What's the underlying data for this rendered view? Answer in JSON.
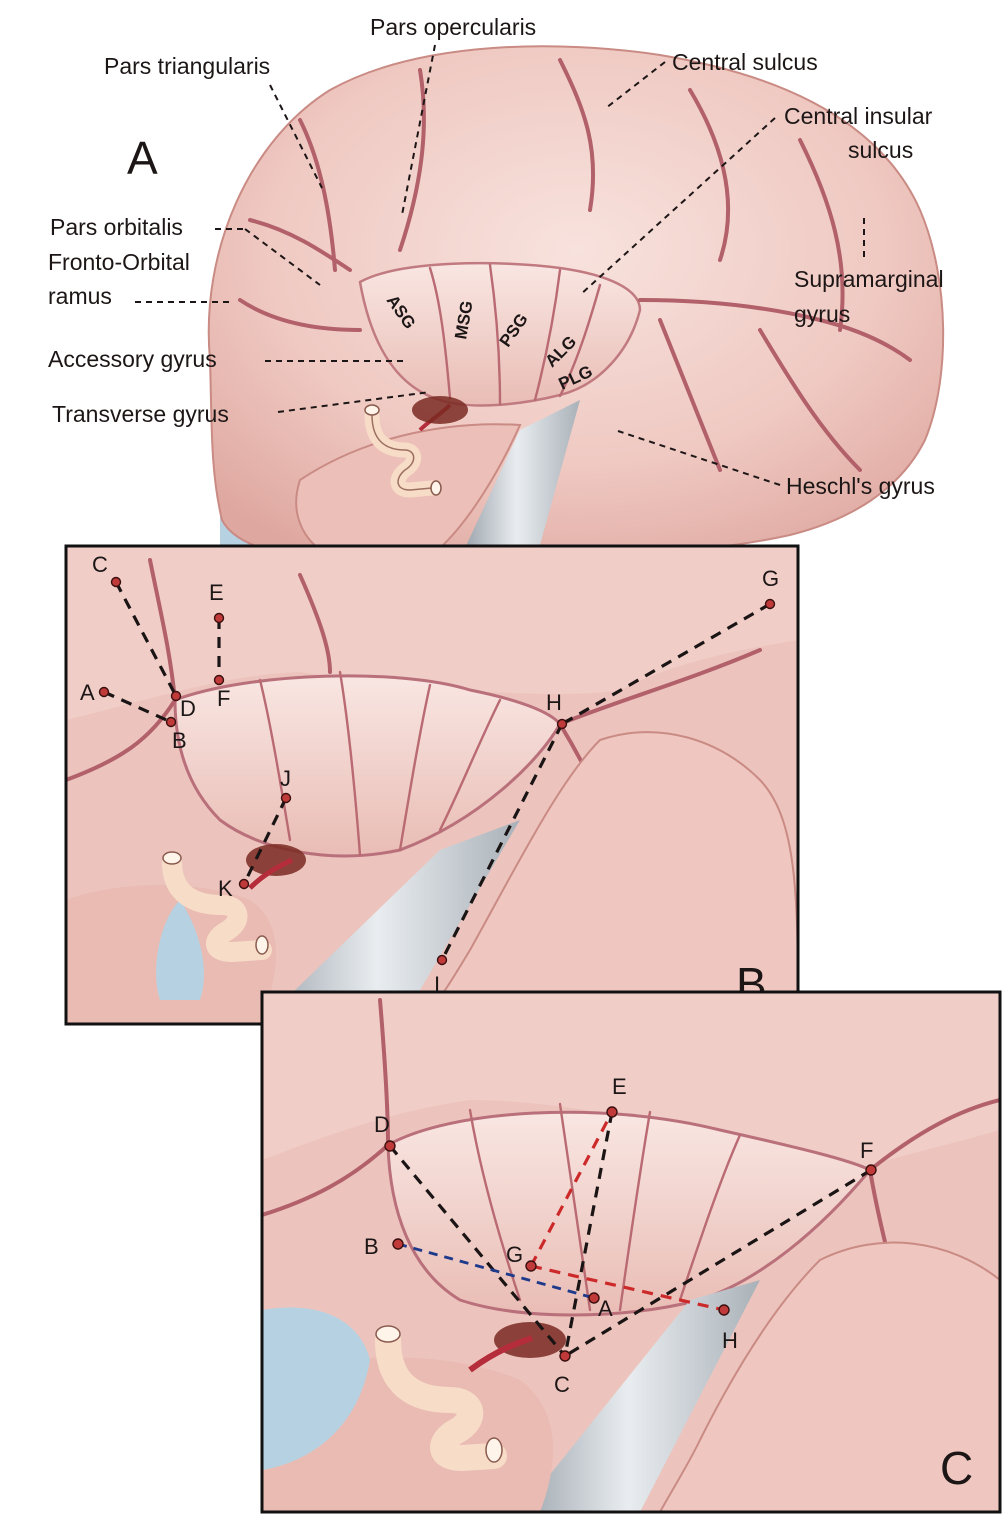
{
  "colors": {
    "brain": "#eec8c2",
    "brain_light": "#f6ddd8",
    "sulcus": "#b2606a",
    "csf": "#b6d2e2",
    "bone": "#d8dde2",
    "measure_black": "#1a1414",
    "measure_red": "#cc2a2a",
    "measure_blue": "#1f3a8a",
    "point": "#c03a3a"
  },
  "panel_a": {
    "letter": "A",
    "labels": {
      "pars_opercularis": "Pars opercularis",
      "pars_triangularis": "Pars triangularis",
      "central_sulcus": "Central sulcus",
      "central_insular_line1": "Central insular",
      "central_insular_line2": "sulcus",
      "pars_orbitalis": "Pars orbitalis",
      "fronto_orbital_line1": "Fronto-Orbital",
      "fronto_orbital_line2": "ramus",
      "supramarginal_line1": "Supramarginal",
      "supramarginal_line2": "gyrus",
      "accessory_gyrus": "Accessory gyrus",
      "transverse_gyrus": "Transverse gyrus",
      "heschls_gyrus": "Heschl's gyrus"
    },
    "gyri": {
      "asg": "ASG",
      "msg": "MSG",
      "psg": "PSG",
      "alg": "ALG",
      "plg": "PLG"
    }
  },
  "panel_b": {
    "letter": "B",
    "points": {
      "a": "A",
      "b": "B",
      "c": "C",
      "d": "D",
      "e": "E",
      "f": "F",
      "g": "G",
      "h": "H",
      "i": "I",
      "j": "J",
      "k": "K"
    }
  },
  "panel_c": {
    "letter": "C",
    "points": {
      "a": "A",
      "b": "B",
      "c": "C",
      "d": "D",
      "e": "E",
      "f": "F",
      "g": "G",
      "h": "H"
    }
  }
}
